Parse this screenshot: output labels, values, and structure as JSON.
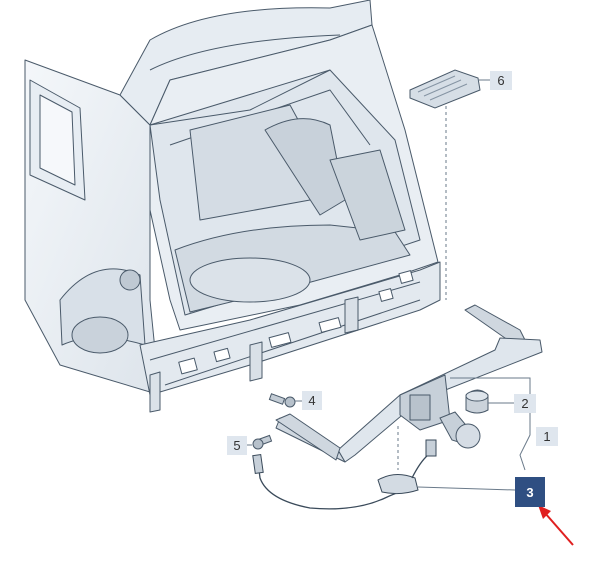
{
  "callouts": {
    "c1": "1",
    "c2": "2",
    "c3": "3",
    "c4": "4",
    "c5": "5",
    "c6": "6"
  },
  "highlighted_part": "3",
  "colors": {
    "outline": "#4a5a6a",
    "body_fill": "#eef2f6",
    "shade": "#cdd6de",
    "callout_bg": "#dfe6ee",
    "callout_highlight": "#2f4f82",
    "arrow": "#e02020"
  }
}
